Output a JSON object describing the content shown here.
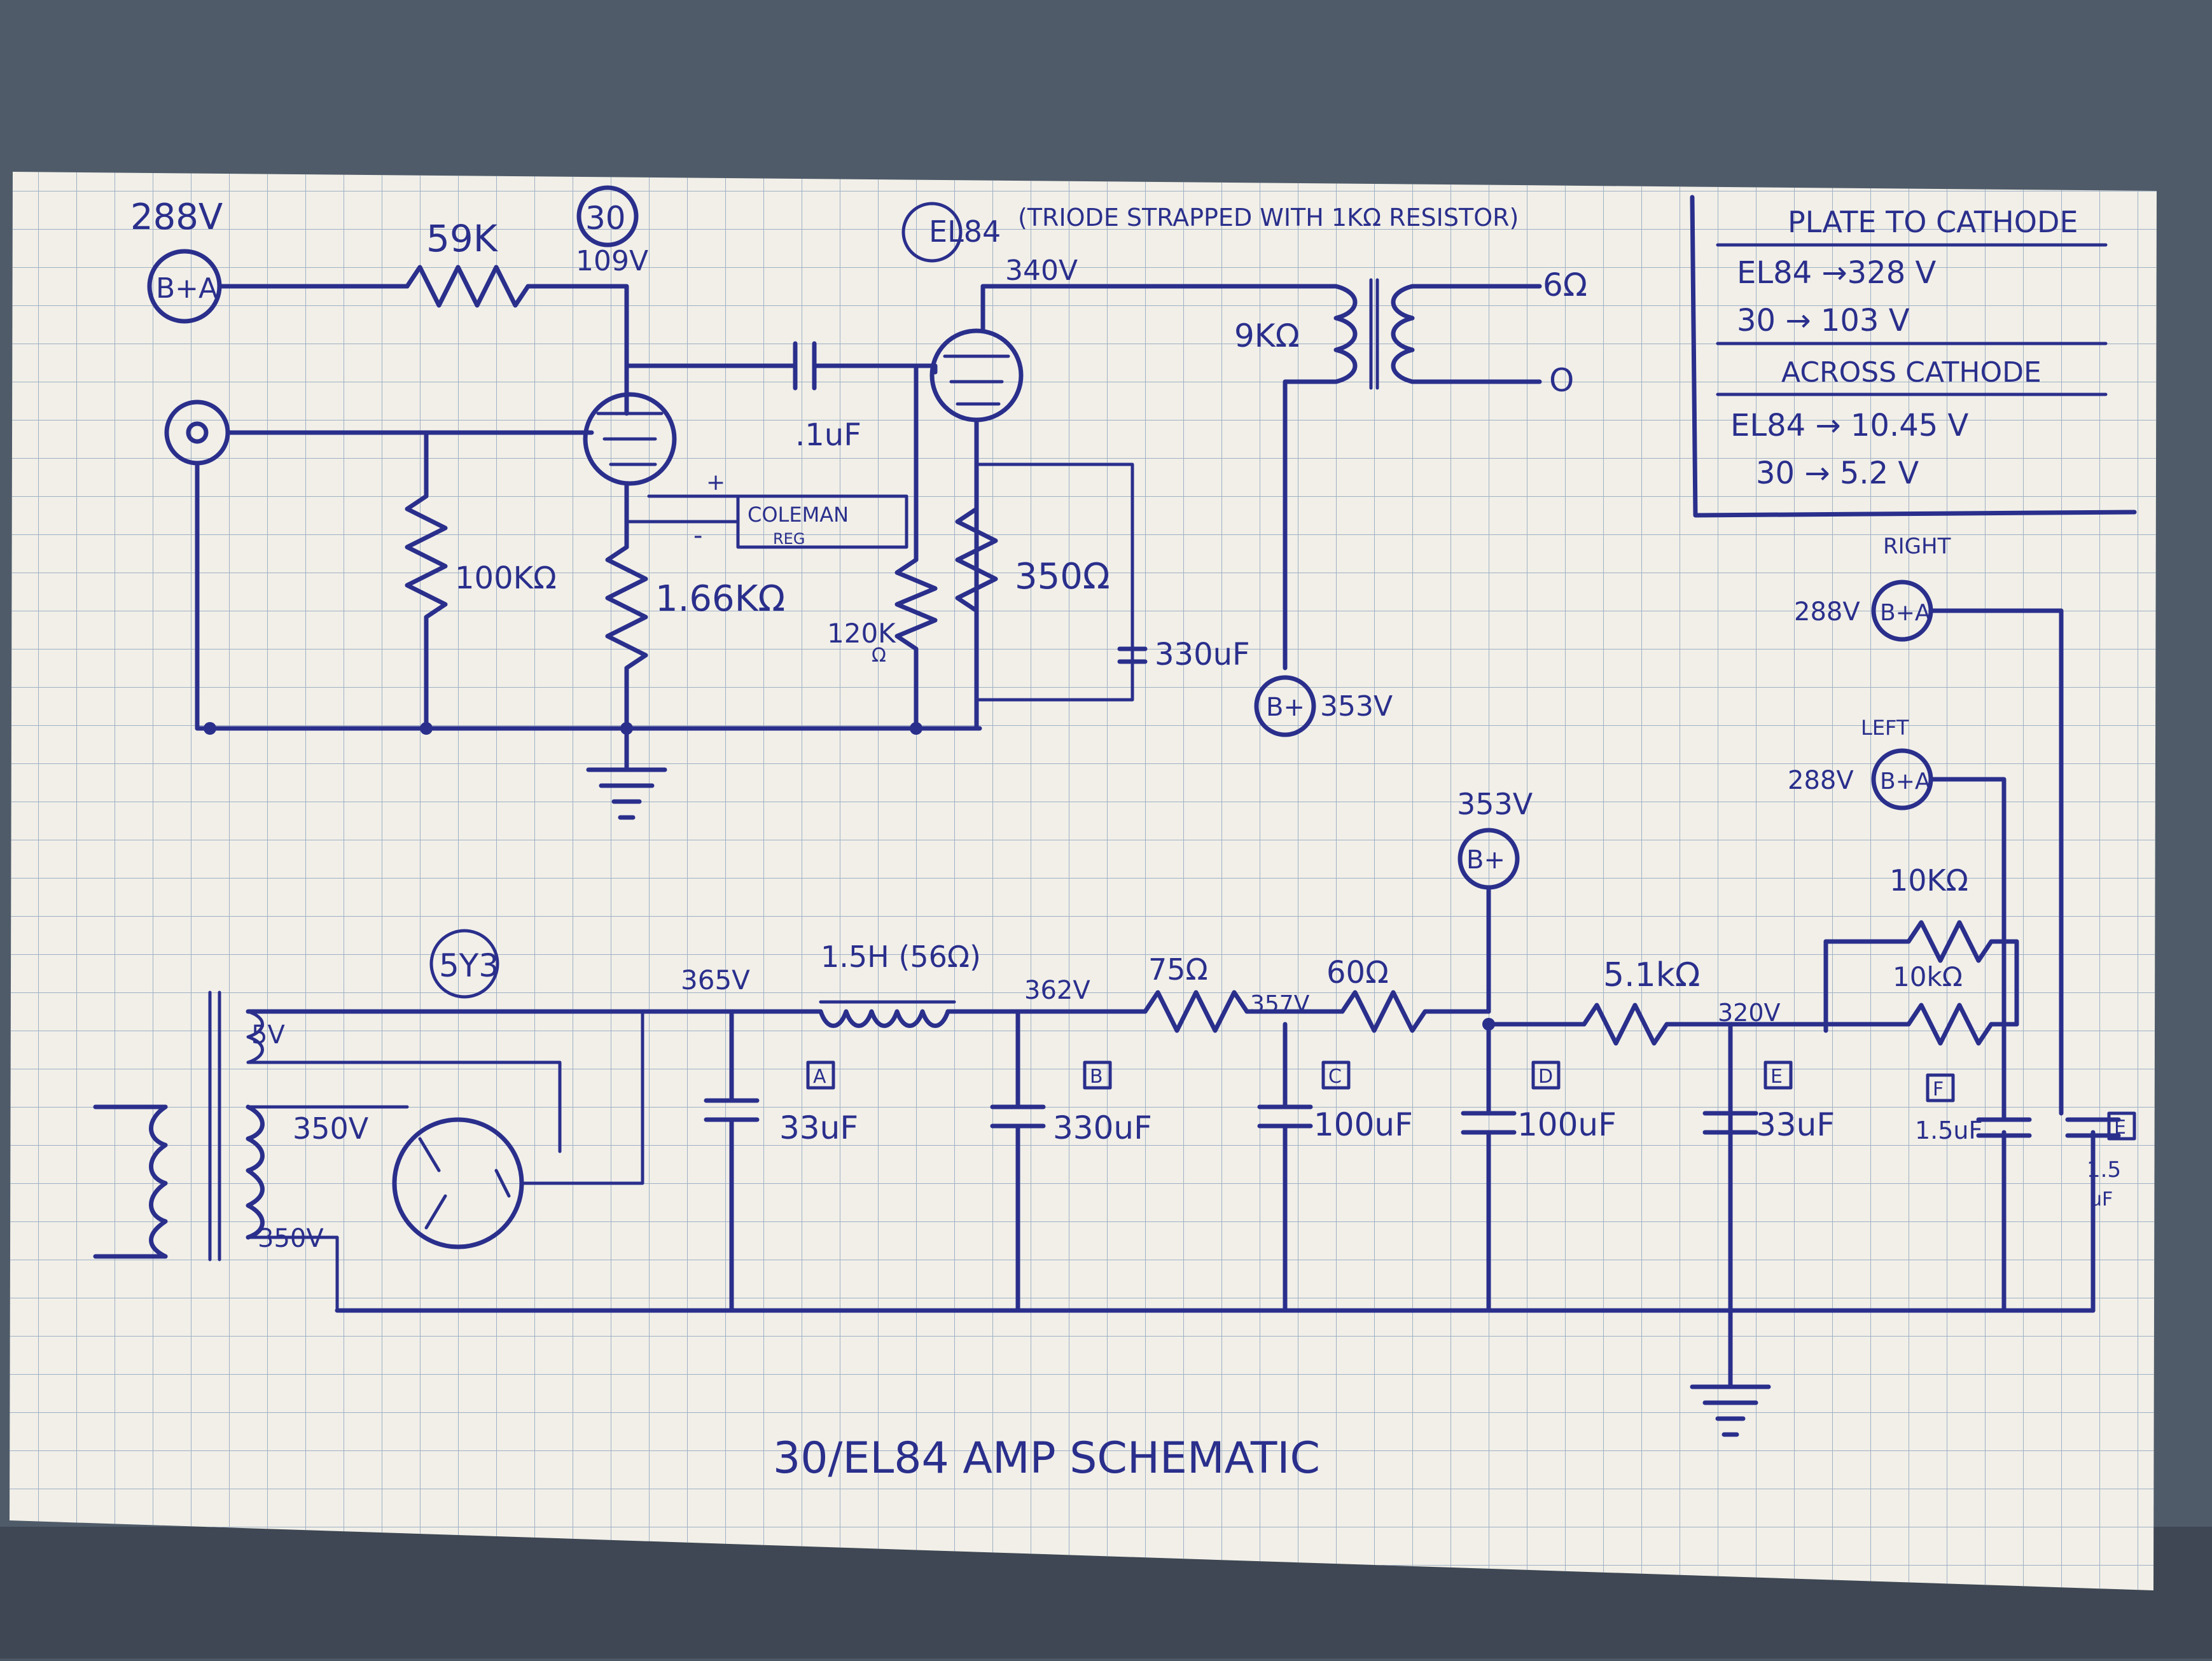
{
  "title": "30/EL84 AMP SCHEMATIC",
  "input_stage": {
    "bplus_voltage": "288V",
    "bplus_label": "B+A",
    "plate_resistor": "59K",
    "tube": "30",
    "plate_voltage": "109V",
    "coupling_cap": ".1uF",
    "grid_resistor": "100KΩ",
    "cathode_resistor": "1.66KΩ",
    "regulator": "COLEMAN",
    "regulator_line2": "REG",
    "reg_plus": "+",
    "reg_minus": "-"
  },
  "output_stage": {
    "tube": "EL84",
    "tube_note": "(TRIODE STRAPPED WITH 1KΩ RESISTOR)",
    "plate_voltage": "340V",
    "transformer_primary": "9KΩ",
    "secondary_tap": "6Ω",
    "secondary_common": "O",
    "grid_resistor": "120K",
    "grid_resistor_unit": "Ω",
    "cathode_resistor": "350Ω",
    "cathode_cap": "330uF",
    "bplus_label": "B+",
    "bplus_voltage": "353V"
  },
  "measurements": {
    "heading1": "PLATE TO CATHODE",
    "row1": "EL84 →328 V",
    "row2": "30 → 103 V",
    "heading2": "ACROSS CATHODE",
    "row3": "EL84 → 10.45 V",
    "row4": "30 → 5.2 V"
  },
  "power_supply": {
    "rectifier": "5Y3",
    "heater_winding": "5V",
    "hv_winding_1": "350V",
    "hv_winding_2": "350V",
    "v_365": "365V",
    "choke": "1.5H (56Ω)",
    "v_362": "362V",
    "r_75": "75Ω",
    "v_357": "357V",
    "r_60": "60Ω",
    "bplus_node_voltage": "353V",
    "bplus_node_label": "B+",
    "r_5k1": "5.1kΩ",
    "v_320": "320V",
    "r_10k_a": "10KΩ",
    "r_10k_b": "10kΩ",
    "right_label": "RIGHT",
    "right_voltage": "288V",
    "right_bplus": "B+A",
    "left_label": "LEFT",
    "left_voltage": "288V",
    "left_bplus": "B+A",
    "cap_a_tag": "A",
    "cap_a": "33uF",
    "cap_b_tag": "B",
    "cap_b": "330uF",
    "cap_c_tag": "C",
    "cap_c": "100uF",
    "cap_d_tag": "D",
    "cap_d": "100uF",
    "cap_e_tag": "E",
    "cap_e": "33uF",
    "cap_f_tag": "F",
    "cap_f": "1.5uF",
    "cap_g_tag": "E",
    "cap_g_line1": "1.5",
    "cap_g_line2": "uF"
  }
}
